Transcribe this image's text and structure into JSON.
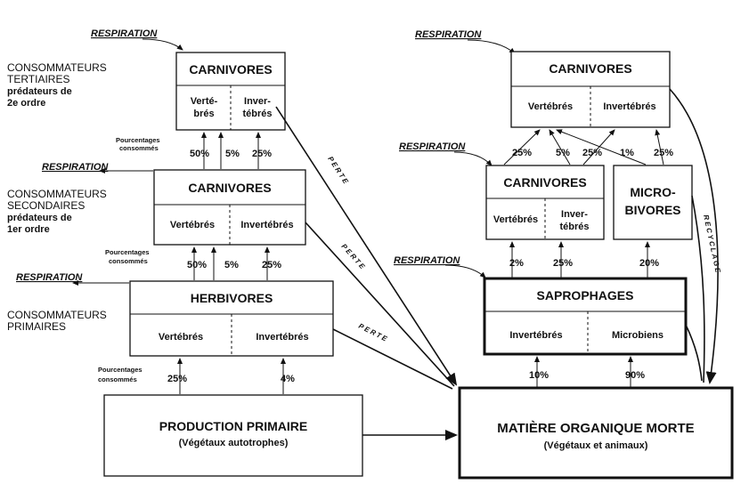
{
  "respiration": "RESPIRATION",
  "levels": {
    "tertiary": [
      "CONSOMMATEURS",
      "TERTIAIRES",
      "prédateurs de",
      "2e ordre"
    ],
    "secondary": [
      "CONSOMMATEURS",
      "SECONDAIRES",
      "prédateurs de",
      "1er ordre"
    ],
    "primary": [
      "CONSOMMATEURS",
      "PRIMAIRES"
    ]
  },
  "pct_label": [
    "Pourcentages",
    "consommés"
  ],
  "perte": "PERTE",
  "recyclage": "RECYCLAGE",
  "left": {
    "carn3": {
      "title": "CARNIVORES",
      "a": [
        "Verté-",
        "brés"
      ],
      "b": [
        "Inver-",
        "tébrés"
      ]
    },
    "carn2": {
      "title": "CARNIVORES",
      "a": "Vertébrés",
      "b": "Invertébrés"
    },
    "herb": {
      "title": "HERBIVORES",
      "a": "Vertébrés",
      "b": "Invertébrés"
    },
    "prod": {
      "title": "PRODUCTION PRIMAIRE",
      "sub": "(Végétaux autotrophes)"
    },
    "pct_top": [
      "50%",
      "5%",
      "25%"
    ],
    "pct_mid": [
      "50%",
      "5%",
      "25%"
    ],
    "pct_bot": [
      "25%",
      "4%"
    ]
  },
  "right": {
    "carn3": {
      "title": "CARNIVORES",
      "a": "Vertébrés",
      "b": "Invertébrés"
    },
    "carn2": {
      "title": "CARNIVORES",
      "a": "Vertébrés",
      "b": [
        "Inver-",
        "tébrés"
      ]
    },
    "micro": {
      "title": [
        "MICRO-",
        "BIVORES"
      ]
    },
    "sapro": {
      "title": "SAPROPHAGES",
      "a": "Invertébrés",
      "b": "Microbiens"
    },
    "mom": {
      "title": "MATIÈRE ORGANIQUE MORTE",
      "sub": "(Végétaux et animaux)"
    },
    "pct_top": [
      "25%",
      "5%",
      "25%",
      "1%",
      "25%"
    ],
    "pct_mid": [
      "2%",
      "25%",
      "20%"
    ],
    "pct_bot": [
      "10%",
      "90%"
    ]
  }
}
